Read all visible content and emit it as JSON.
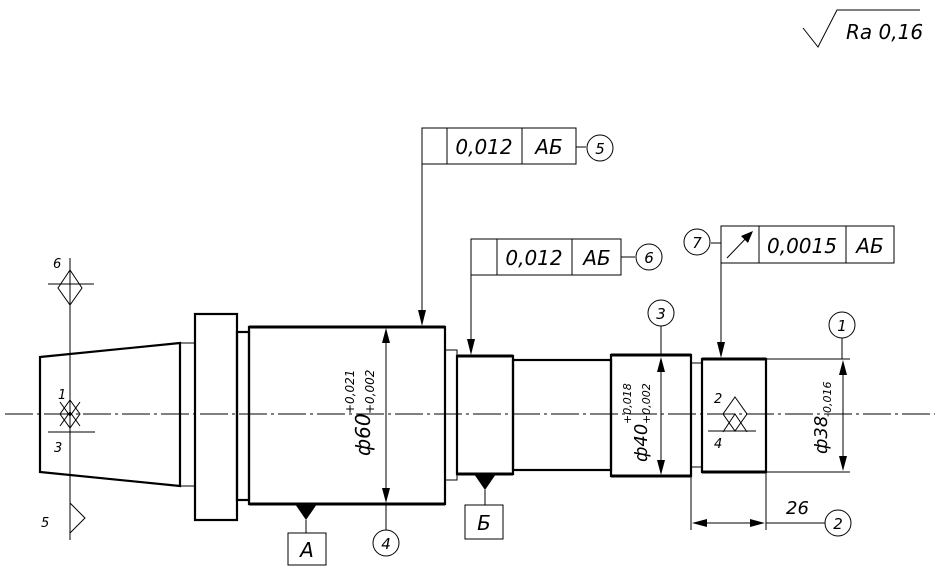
{
  "roughness": {
    "label": "Ra 0,16"
  },
  "frames": [
    {
      "id": "5",
      "symbol": "",
      "value": "0,012",
      "datum": "АБ"
    },
    {
      "id": "6",
      "symbol": "",
      "value": "0,012",
      "datum": "АБ"
    },
    {
      "id": "7",
      "symbol": "runout-arrow-icon",
      "value": "0,0015",
      "datum": "АБ"
    }
  ],
  "datums": {
    "a": "А",
    "b": "Б"
  },
  "callouts": [
    "1",
    "2",
    "3",
    "4",
    "5",
    "6",
    "7"
  ],
  "dimensions": {
    "d60": {
      "main": "ф60",
      "upper": "+0,021",
      "lower": "+0,002"
    },
    "d40": {
      "main": "ф40",
      "upper": "+0,018",
      "lower": "+0,002"
    },
    "d38": {
      "main": "ф38",
      "lower": "-0,016"
    },
    "len26": "26"
  },
  "base_marks": {
    "left_top": "6",
    "left_mid_upper": "1",
    "left_mid_lower": "3",
    "left_bottom": "5",
    "right_upper": "2",
    "right_lower": "4"
  }
}
